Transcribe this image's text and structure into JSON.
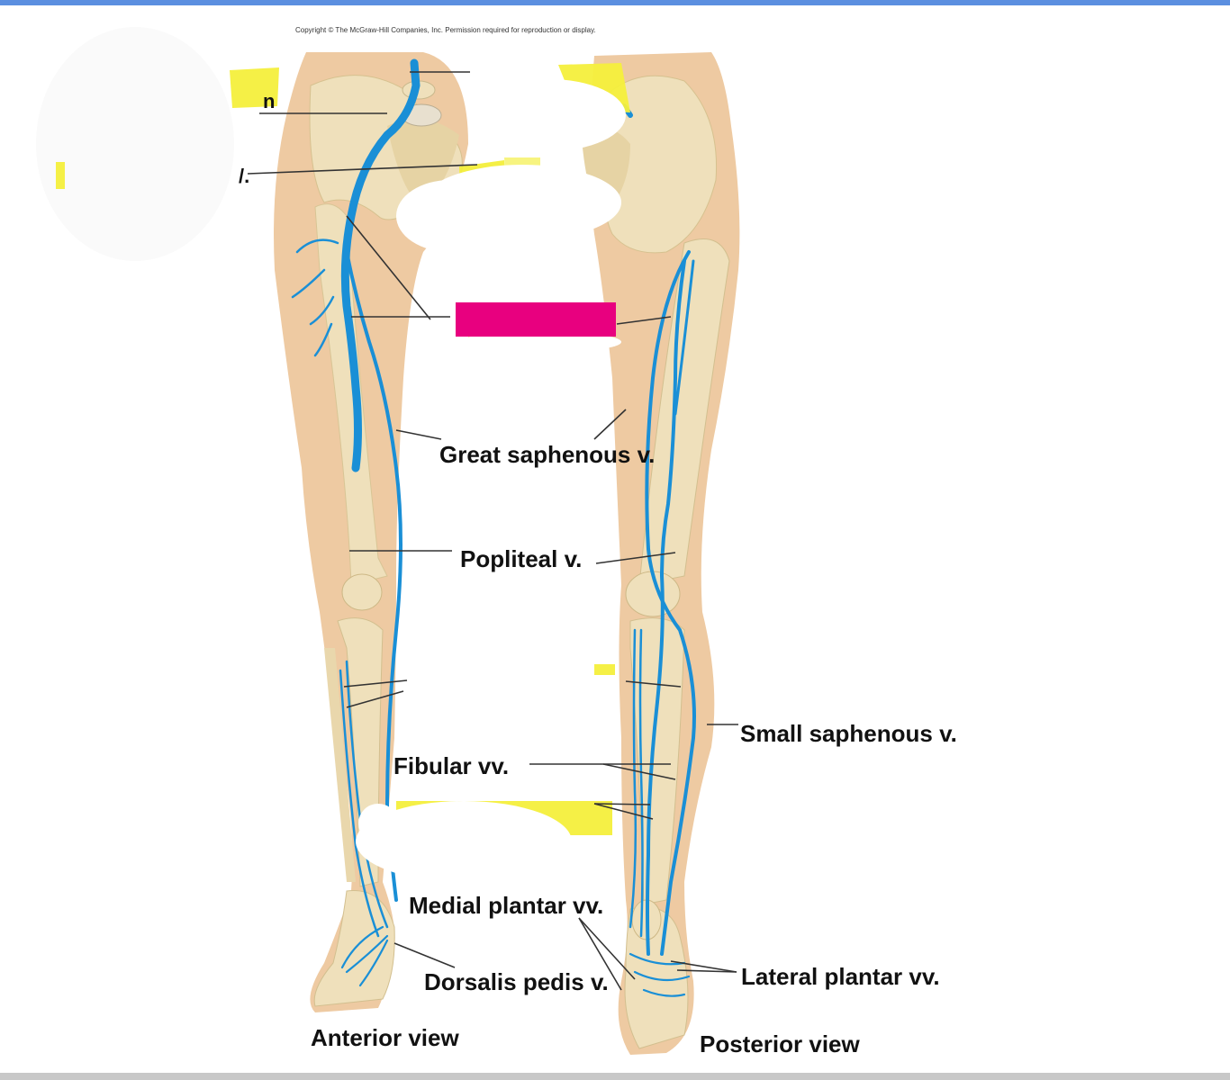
{
  "copyright": "Copyright © The McGraw-Hill Companies, Inc. Permission required for reproduction or display.",
  "labels": {
    "great_saphenous": "Great saphenous v.",
    "popliteal": "Popliteal v.",
    "small_saphenous": "Small saphenous v.",
    "fibular": "Fibular vv.",
    "medial_plantar": "Medial plantar vv.",
    "dorsalis_pedis": "Dorsalis pedis v.",
    "lateral_plantar": "Lateral plantar vv."
  },
  "views": {
    "anterior": "Anterior view",
    "posterior": "Posterior view"
  },
  "fragments": {
    "top_left_a": "n",
    "top_left_b": "/."
  },
  "colors": {
    "vein": "#1a8fd6",
    "bone": "#ecdcb8",
    "skin": "#eccaa0",
    "highlight": "#f4ef3c",
    "pink_box": "#e8007f",
    "topbar": "#5b8fe0"
  }
}
